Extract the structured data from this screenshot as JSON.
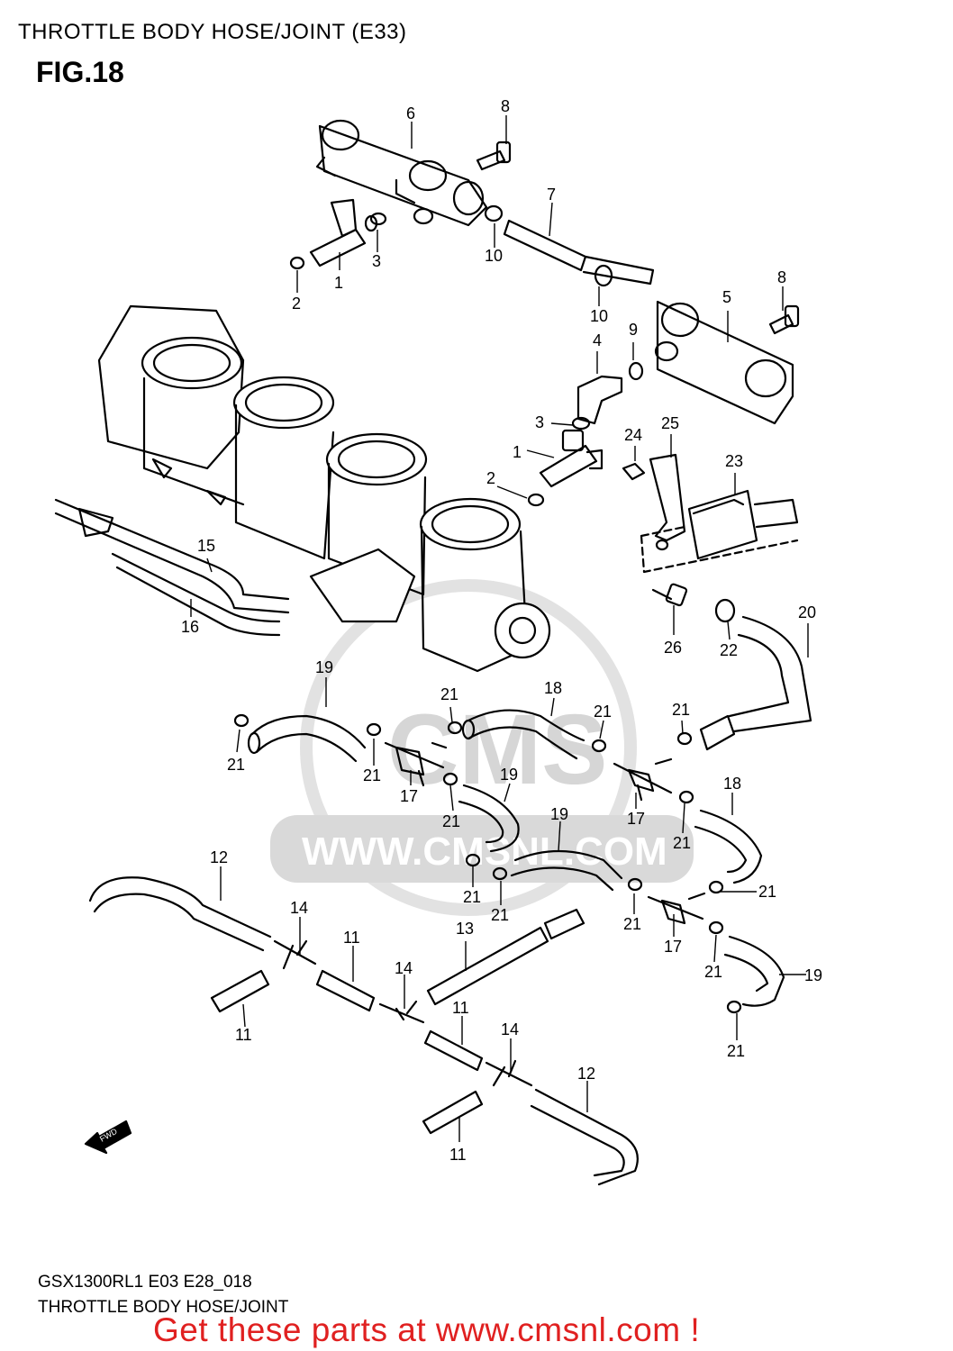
{
  "header": {
    "title": "THROTTLE BODY HOSE/JOINT (E33)",
    "figure": "FIG.18"
  },
  "footer": {
    "model_code": "GSX1300RL1 E03 E28_018",
    "section": "THROTTLE BODY HOSE/JOINT",
    "promo": "Get these parts at www.cmsnl.com !"
  },
  "watermark": {
    "brand": "CMS",
    "url": "WWW.CMSNL.COM"
  },
  "direction_badge": "FWD",
  "callouts": [
    "1",
    "2",
    "3",
    "4",
    "5",
    "6",
    "7",
    "8",
    "9",
    "10",
    "11",
    "12",
    "13",
    "14",
    "15",
    "16",
    "17",
    "18",
    "19",
    "20",
    "21",
    "22",
    "23",
    "24",
    "25",
    "26"
  ],
  "colors": {
    "promo": "#e02020",
    "watermark": "#d6d6d6",
    "line": "#000000"
  }
}
